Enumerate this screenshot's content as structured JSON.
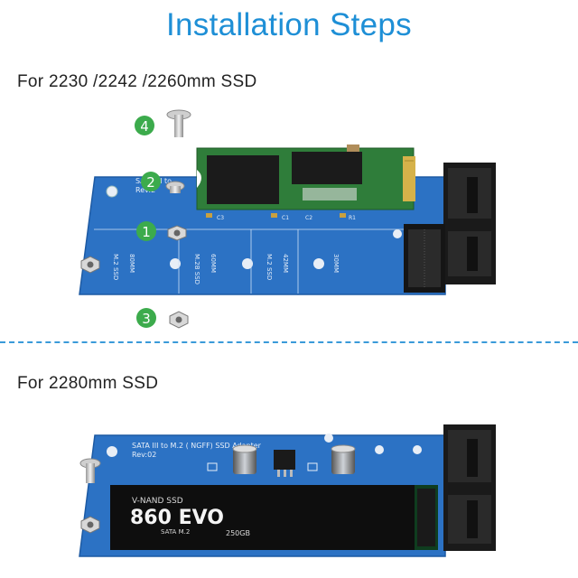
{
  "header": {
    "title": "Installation Steps"
  },
  "sections": [
    {
      "label": "For 2230 /2242 /2260mm SSD"
    },
    {
      "label": "For 2280mm SSD"
    }
  ],
  "steps": [
    {
      "number": "1"
    },
    {
      "number": "2"
    },
    {
      "number": "3"
    },
    {
      "number": "4"
    }
  ],
  "board1": {
    "silkscreen_top": "SATA III to",
    "silkscreen_rev": "Rev:2",
    "slot_labels": [
      "M.2 SSD",
      "80MM",
      "M.2B SSD",
      "60MM",
      "M.2 SSD",
      "42MM",
      "30MM"
    ],
    "component_labels": [
      "C3",
      "C1",
      "C2",
      "R1"
    ]
  },
  "board2": {
    "silkscreen_title": "SATA III to M.2 ( NGFF)  SSD Adapter",
    "silkscreen_rev": "Rev:02"
  },
  "ssd": {
    "brand": "V-NAND SSD",
    "model": "860 EVO",
    "interface": "SATA M.2",
    "capacity": "250GB"
  },
  "colors": {
    "title": "#1e8fd6",
    "pcb": "#2c72c4",
    "step_badge": "#3cab4c",
    "divider": "#3a9ad9"
  }
}
